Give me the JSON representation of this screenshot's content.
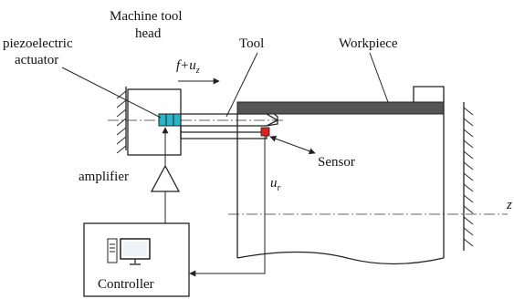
{
  "labels": {
    "machine_tool_head_line1": "Machine tool",
    "machine_tool_head_line2": "head",
    "piezo_line1": "piezoelectric",
    "piezo_line2": "actuator",
    "tool": "Tool",
    "workpiece": "Workpiece",
    "feed_main": "f+u",
    "feed_sub": "z",
    "sensor": "Sensor",
    "amplifier": "amplifier",
    "ur_main": "u",
    "ur_sub": "r",
    "z_axis": "z",
    "controller": "Controller"
  },
  "colors": {
    "actuator": "#27b6c9",
    "sensor": "#e02020",
    "workpiece_bar": "#555555",
    "line": "#222222"
  },
  "icons": {
    "controller": "computer-icon"
  }
}
